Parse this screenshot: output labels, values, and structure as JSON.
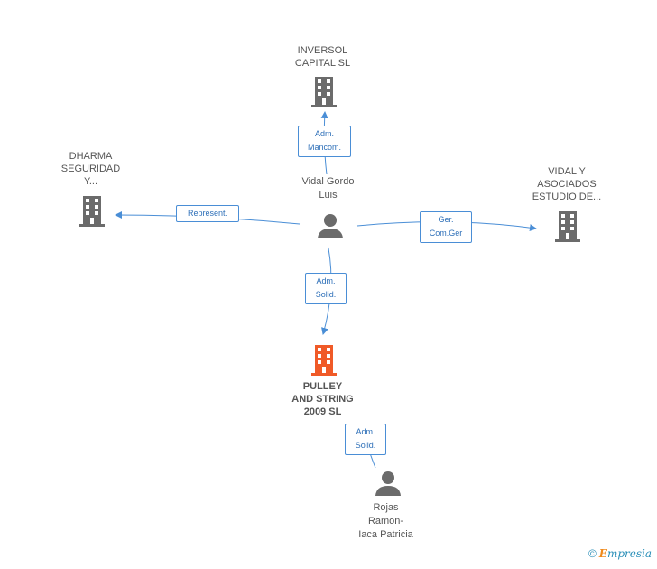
{
  "nodes": {
    "inversol": {
      "label": "INVERSOL\nCAPITAL SL",
      "kind": "company"
    },
    "dharma": {
      "label": "DHARMA\nSEGURIDAD\nY...",
      "kind": "company"
    },
    "vidal_asociados": {
      "label": "VIDAL Y\nASOCIADOS\nESTUDIO DE...",
      "kind": "company"
    },
    "pulley": {
      "label": "PULLEY\nAND STRING\n2009 SL",
      "kind": "company-main"
    },
    "vidal_gordo": {
      "label": "Vidal Gordo\nLuis",
      "kind": "person"
    },
    "rojas": {
      "label": "Rojas\nRamon-\nIaca Patricia",
      "kind": "person"
    }
  },
  "edges": {
    "to_inversol": {
      "label": "Adm.\nMancom."
    },
    "to_dharma": {
      "label": "Represent."
    },
    "to_vidal_asociados": {
      "label": "Ger.\nCom.Ger"
    },
    "to_pulley": {
      "label": "Adm.\nSolid."
    },
    "rojas_to_pulley": {
      "label": "Adm.\nSolid."
    }
  },
  "colors": {
    "edge": "#4a8ed6",
    "company_icon": "#6b6b6b",
    "main_company_icon": "#f05a28",
    "person_icon": "#6b6b6b"
  },
  "footer": {
    "copyright": "©",
    "brand_initial": "E",
    "brand_rest": "mpresia"
  }
}
